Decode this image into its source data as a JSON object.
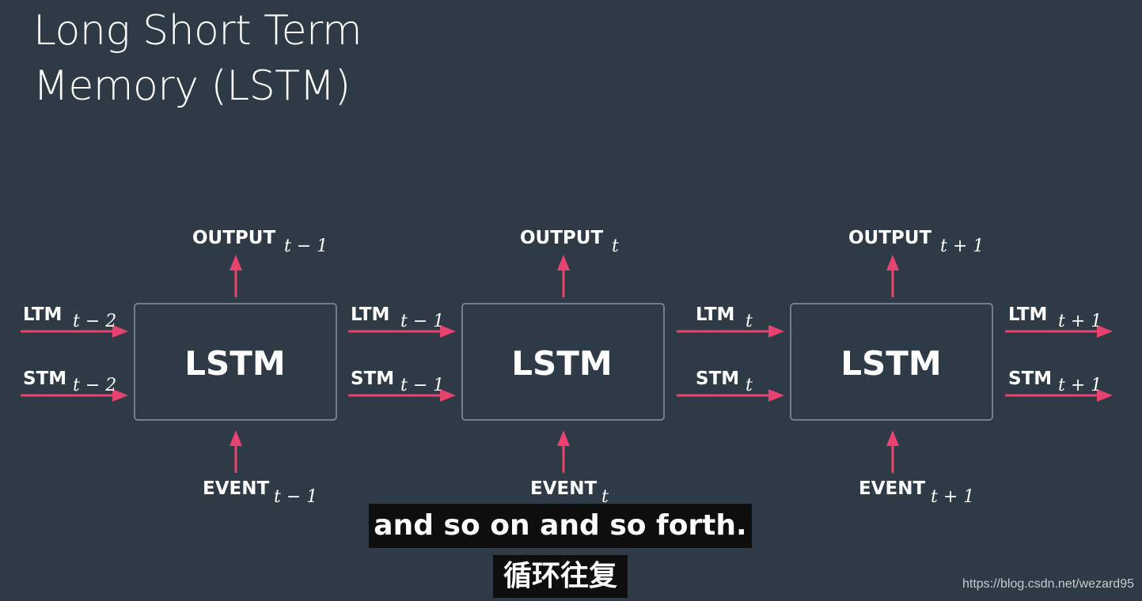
{
  "title": {
    "line1": "Long Short Term",
    "line2": "Memory (LSTM)"
  },
  "diagram": {
    "cells": [
      {
        "box_label": "LSTM",
        "output": {
          "label": "OUTPUT",
          "sub": "t − 1"
        },
        "event": {
          "label": "EVENT",
          "sub": "t − 1"
        },
        "ltm_in": {
          "label": "LTM",
          "sub": "t − 2"
        },
        "stm_in": {
          "label": "STM",
          "sub": "t − 2"
        }
      },
      {
        "box_label": "LSTM",
        "output": {
          "label": "OUTPUT",
          "sub": "t"
        },
        "event": {
          "label": "EVENT",
          "sub": "t"
        },
        "ltm_in": {
          "label": "LTM",
          "sub": "t − 1"
        },
        "stm_in": {
          "label": "STM",
          "sub": "t − 1"
        }
      },
      {
        "box_label": "LSTM",
        "output": {
          "label": "OUTPUT",
          "sub": "t + 1"
        },
        "event": {
          "label": "EVENT",
          "sub": "t + 1"
        },
        "ltm_in": {
          "label": "LTM",
          "sub": "t"
        },
        "stm_in": {
          "label": "STM",
          "sub": "t"
        }
      }
    ],
    "final": {
      "ltm_out": {
        "label": "LTM",
        "sub": "t + 1"
      },
      "stm_out": {
        "label": "STM",
        "sub": "t + 1"
      }
    },
    "colors": {
      "arrow": "#e8436f",
      "background": "#2f3a47",
      "box_border": "#8a949e"
    }
  },
  "captions": {
    "english": "and so on and so forth.",
    "chinese": "循环往复"
  },
  "watermark": "https://blog.csdn.net/wezard95"
}
